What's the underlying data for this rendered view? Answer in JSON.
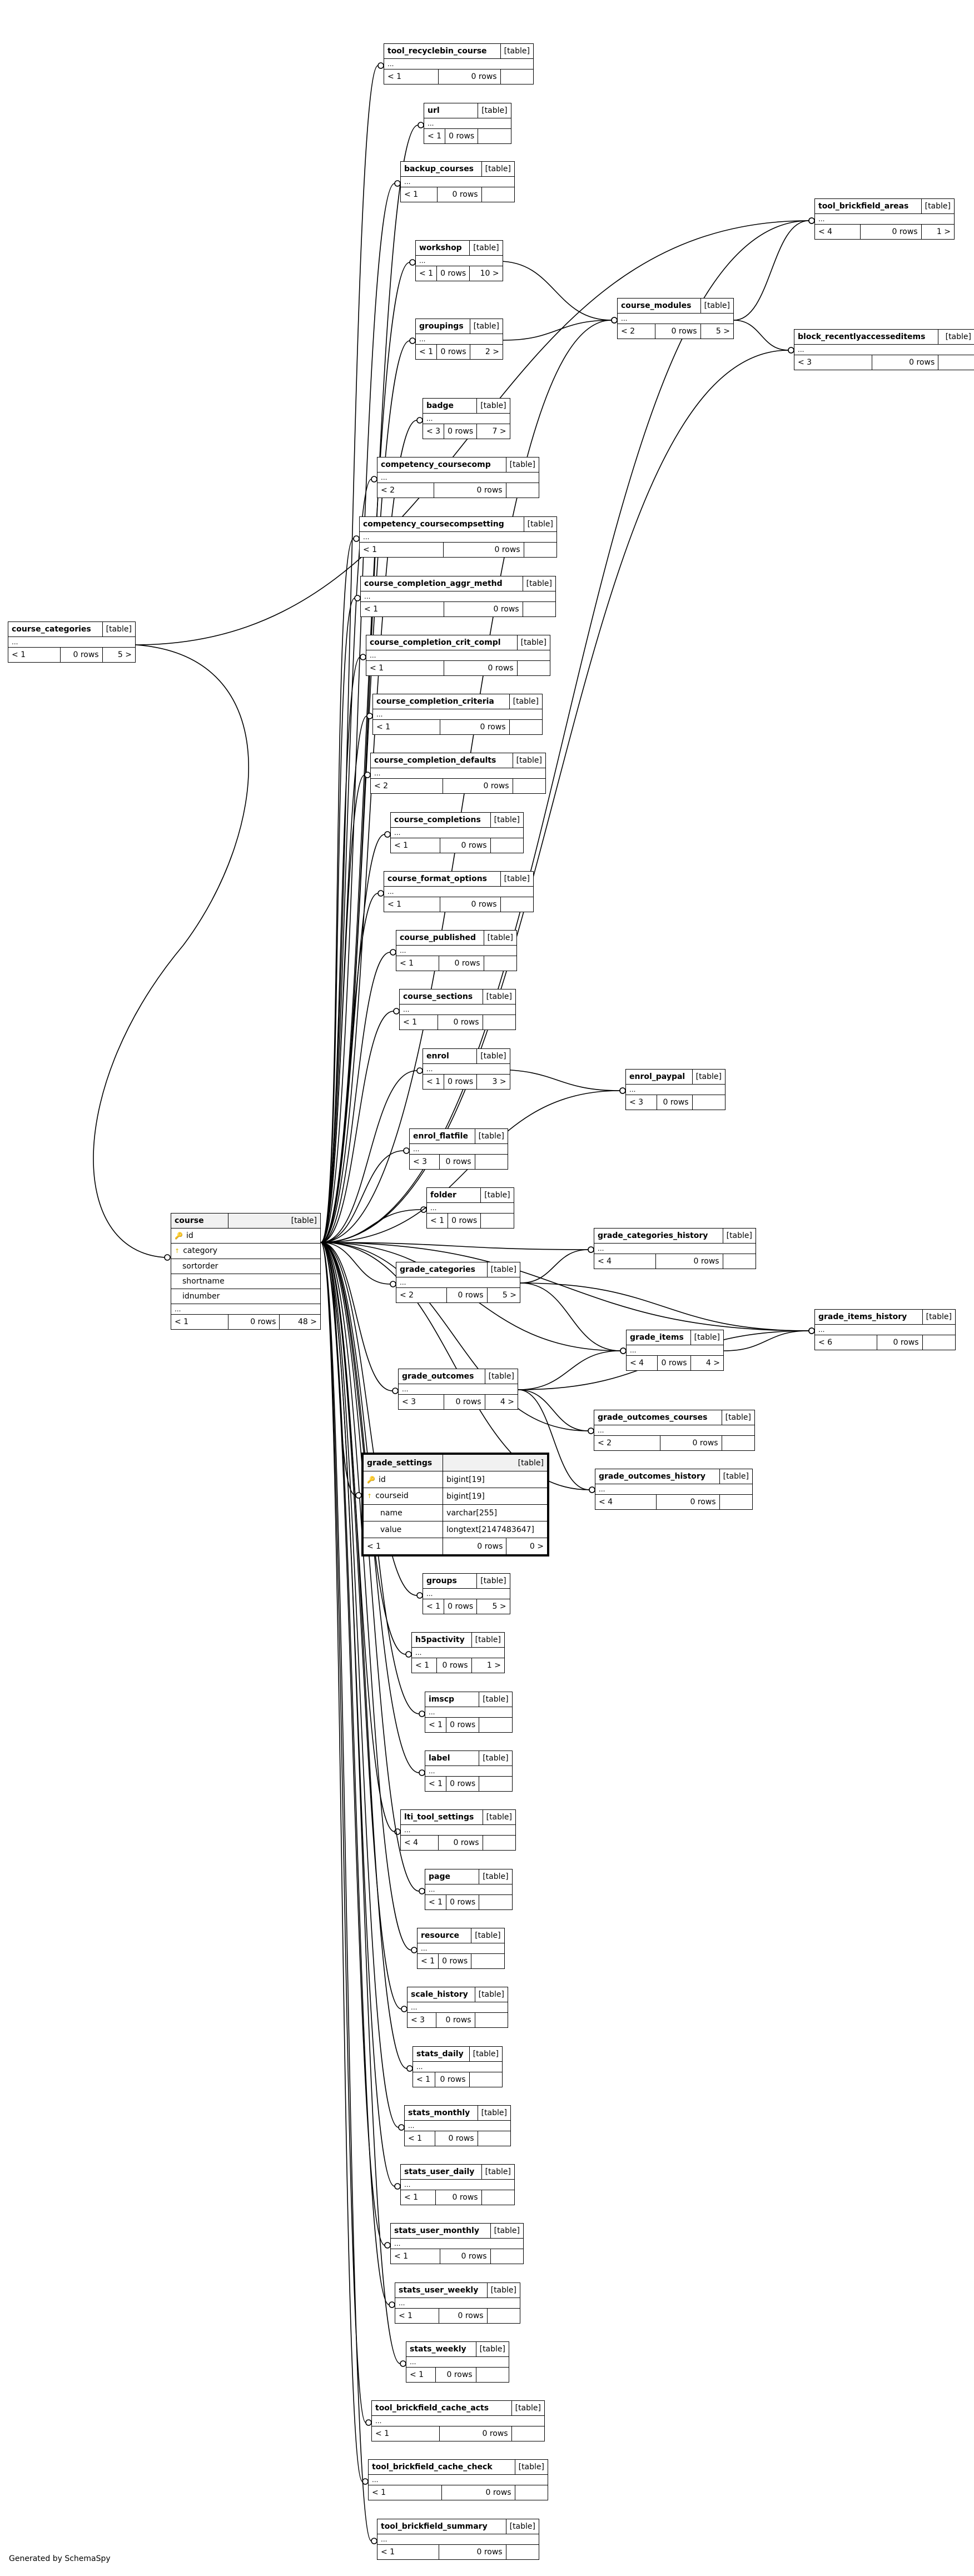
{
  "footer": "Generated by SchemaSpy",
  "type_label": "[table]",
  "course": {
    "name": "course",
    "columns": [
      {
        "name": "id",
        "icon": "key-icon"
      },
      {
        "name": "category",
        "icon": "foreign-key-icon"
      },
      {
        "name": "sortorder",
        "icon": ""
      },
      {
        "name": "shortname",
        "icon": ""
      },
      {
        "name": "idnumber",
        "icon": ""
      }
    ],
    "more": "...",
    "parents": "< 1",
    "rows": "0 rows",
    "children": "48 >"
  },
  "grade_settings": {
    "name": "grade_settings",
    "columns": [
      {
        "name": "id",
        "type": "bigint[19]",
        "icon": "key-icon"
      },
      {
        "name": "courseid",
        "type": "bigint[19]",
        "icon": "foreign-key-icon"
      },
      {
        "name": "name",
        "type": "varchar[255]",
        "icon": ""
      },
      {
        "name": "value",
        "type": "longtext[2147483647]",
        "icon": ""
      }
    ],
    "parents": "< 1",
    "rows": "0 rows",
    "children": "0 >"
  },
  "tables": [
    {
      "id": "tool_recyclebin_course",
      "name": "tool_recyclebin_course",
      "parents": "< 1",
      "rows": "0 rows",
      "children": ""
    },
    {
      "id": "url",
      "name": "url",
      "parents": "< 1",
      "rows": "0 rows",
      "children": ""
    },
    {
      "id": "backup_courses",
      "name": "backup_courses",
      "parents": "< 1",
      "rows": "0 rows",
      "children": ""
    },
    {
      "id": "tool_brickfield_areas",
      "name": "tool_brickfield_areas",
      "parents": "< 4",
      "rows": "0 rows",
      "children": "1 >"
    },
    {
      "id": "workshop",
      "name": "workshop",
      "parents": "< 1",
      "rows": "0 rows",
      "children": "10 >"
    },
    {
      "id": "course_modules",
      "name": "course_modules",
      "parents": "< 2",
      "rows": "0 rows",
      "children": "5 >"
    },
    {
      "id": "groupings",
      "name": "groupings",
      "parents": "< 1",
      "rows": "0 rows",
      "children": "2 >"
    },
    {
      "id": "block_recentlyaccesseditems",
      "name": "block_recentlyaccesseditems",
      "parents": "< 3",
      "rows": "0 rows",
      "children": ""
    },
    {
      "id": "badge",
      "name": "badge",
      "parents": "< 3",
      "rows": "0 rows",
      "children": "7 >"
    },
    {
      "id": "competency_coursecomp",
      "name": "competency_coursecomp",
      "parents": "< 2",
      "rows": "0 rows",
      "children": ""
    },
    {
      "id": "competency_coursecompsetting",
      "name": "competency_coursecompsetting",
      "parents": "< 1",
      "rows": "0 rows",
      "children": ""
    },
    {
      "id": "course_completion_aggr_methd",
      "name": "course_completion_aggr_methd",
      "parents": "< 1",
      "rows": "0 rows",
      "children": ""
    },
    {
      "id": "course_categories",
      "name": "course_categories",
      "parents": "< 1",
      "rows": "0 rows",
      "children": "5 >"
    },
    {
      "id": "course_completion_crit_compl",
      "name": "course_completion_crit_compl",
      "parents": "< 1",
      "rows": "0 rows",
      "children": ""
    },
    {
      "id": "course_completion_criteria",
      "name": "course_completion_criteria",
      "parents": "< 1",
      "rows": "0 rows",
      "children": ""
    },
    {
      "id": "course_completion_defaults",
      "name": "course_completion_defaults",
      "parents": "< 2",
      "rows": "0 rows",
      "children": ""
    },
    {
      "id": "course_completions",
      "name": "course_completions",
      "parents": "< 1",
      "rows": "0 rows",
      "children": ""
    },
    {
      "id": "course_format_options",
      "name": "course_format_options",
      "parents": "< 1",
      "rows": "0 rows",
      "children": ""
    },
    {
      "id": "course_published",
      "name": "course_published",
      "parents": "< 1",
      "rows": "0 rows",
      "children": ""
    },
    {
      "id": "course_sections",
      "name": "course_sections",
      "parents": "< 1",
      "rows": "0 rows",
      "children": ""
    },
    {
      "id": "enrol",
      "name": "enrol",
      "parents": "< 1",
      "rows": "0 rows",
      "children": "3 >"
    },
    {
      "id": "enrol_paypal",
      "name": "enrol_paypal",
      "parents": "< 3",
      "rows": "0 rows",
      "children": ""
    },
    {
      "id": "enrol_flatfile",
      "name": "enrol_flatfile",
      "parents": "< 3",
      "rows": "0 rows",
      "children": ""
    },
    {
      "id": "folder",
      "name": "folder",
      "parents": "< 1",
      "rows": "0 rows",
      "children": ""
    },
    {
      "id": "grade_categories_history",
      "name": "grade_categories_history",
      "parents": "< 4",
      "rows": "0 rows",
      "children": ""
    },
    {
      "id": "grade_categories",
      "name": "grade_categories",
      "parents": "< 2",
      "rows": "0 rows",
      "children": "5 >"
    },
    {
      "id": "grade_items_history",
      "name": "grade_items_history",
      "parents": "< 6",
      "rows": "0 rows",
      "children": ""
    },
    {
      "id": "grade_items",
      "name": "grade_items",
      "parents": "< 4",
      "rows": "0 rows",
      "children": "4 >"
    },
    {
      "id": "grade_outcomes",
      "name": "grade_outcomes",
      "parents": "< 3",
      "rows": "0 rows",
      "children": "4 >"
    },
    {
      "id": "grade_outcomes_courses",
      "name": "grade_outcomes_courses",
      "parents": "< 2",
      "rows": "0 rows",
      "children": ""
    },
    {
      "id": "grade_outcomes_history",
      "name": "grade_outcomes_history",
      "parents": "< 4",
      "rows": "0 rows",
      "children": ""
    },
    {
      "id": "groups",
      "name": "groups",
      "parents": "< 1",
      "rows": "0 rows",
      "children": "5 >"
    },
    {
      "id": "h5pactivity",
      "name": "h5pactivity",
      "parents": "< 1",
      "rows": "0 rows",
      "children": "1 >"
    },
    {
      "id": "imscp",
      "name": "imscp",
      "parents": "< 1",
      "rows": "0 rows",
      "children": ""
    },
    {
      "id": "label",
      "name": "label",
      "parents": "< 1",
      "rows": "0 rows",
      "children": ""
    },
    {
      "id": "lti_tool_settings",
      "name": "lti_tool_settings",
      "parents": "< 4",
      "rows": "0 rows",
      "children": ""
    },
    {
      "id": "page",
      "name": "page",
      "parents": "< 1",
      "rows": "0 rows",
      "children": ""
    },
    {
      "id": "resource",
      "name": "resource",
      "parents": "< 1",
      "rows": "0 rows",
      "children": ""
    },
    {
      "id": "scale_history",
      "name": "scale_history",
      "parents": "< 3",
      "rows": "0 rows",
      "children": ""
    },
    {
      "id": "stats_daily",
      "name": "stats_daily",
      "parents": "< 1",
      "rows": "0 rows",
      "children": ""
    },
    {
      "id": "stats_monthly",
      "name": "stats_monthly",
      "parents": "< 1",
      "rows": "0 rows",
      "children": ""
    },
    {
      "id": "stats_user_daily",
      "name": "stats_user_daily",
      "parents": "< 1",
      "rows": "0 rows",
      "children": ""
    },
    {
      "id": "stats_user_monthly",
      "name": "stats_user_monthly",
      "parents": "< 1",
      "rows": "0 rows",
      "children": ""
    },
    {
      "id": "stats_user_weekly",
      "name": "stats_user_weekly",
      "parents": "< 1",
      "rows": "0 rows",
      "children": ""
    },
    {
      "id": "stats_weekly",
      "name": "stats_weekly",
      "parents": "< 1",
      "rows": "0 rows",
      "children": ""
    },
    {
      "id": "tool_brickfield_cache_acts",
      "name": "tool_brickfield_cache_acts",
      "parents": "< 1",
      "rows": "0 rows",
      "children": ""
    },
    {
      "id": "tool_brickfield_cache_check",
      "name": "tool_brickfield_cache_check",
      "parents": "< 1",
      "rows": "0 rows",
      "children": ""
    },
    {
      "id": "tool_brickfield_summary",
      "name": "tool_brickfield_summary",
      "parents": "< 1",
      "rows": "0 rows",
      "children": ""
    }
  ],
  "more_marker": "..."
}
